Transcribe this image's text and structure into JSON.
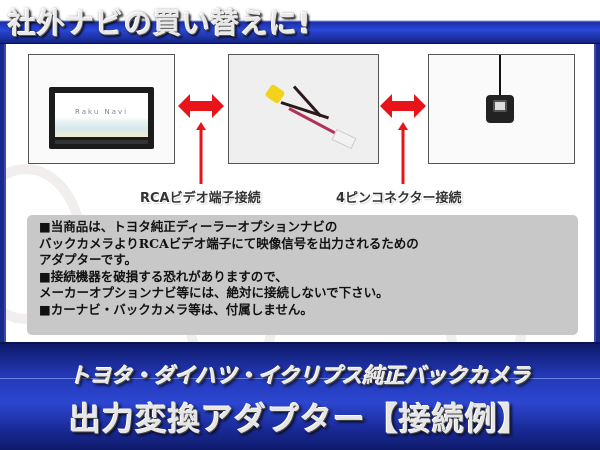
{
  "header": {
    "title": "社外ナビの買い替えに!"
  },
  "diagram": {
    "items": [
      {
        "name": "navigation-unit",
        "logo_text": "Raku Navi"
      },
      {
        "name": "adapter-cable"
      },
      {
        "name": "back-camera"
      }
    ],
    "connections": [
      {
        "label": "RCAビデオ端子接続"
      },
      {
        "label": "4ピンコネクター接続"
      }
    ],
    "colors": {
      "arrow": "#e8141a",
      "rca_plug": "#f2d21a",
      "wire_red": "#b0345a"
    }
  },
  "notes": {
    "lines": [
      "■当商品は、トヨタ純正ディーラーオプションナビの",
      "バックカメラよりRCAビデオ端子にて映像信号を出力されるための",
      "アダプターです。",
      "■接続機器を破損する恐れがありますので、",
      "メーカーオプションナビ等には、絶対に接続しないで下さい。",
      "■カーナビ・バックカメラ等は、付属しません。"
    ]
  },
  "footer": {
    "line1": "トヨタ・ダイハツ・イクリプス純正バックカメラ",
    "line2": "出力変換アダプター【接続例】"
  },
  "colors": {
    "brand_blue": "#2338b8",
    "note_bg": "#c8c8c8"
  }
}
